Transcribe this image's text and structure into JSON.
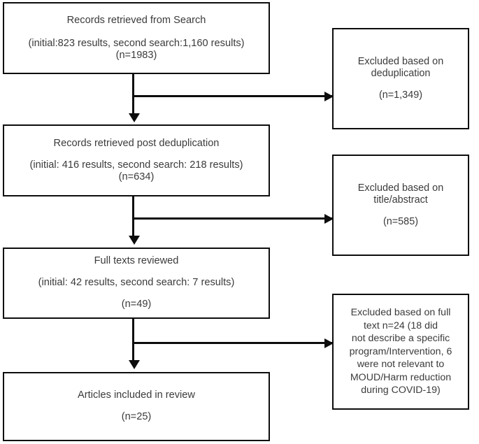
{
  "diagram": {
    "type": "prisma-flow-diagram",
    "colors": {
      "border": "#0d0d0d",
      "text": "#3b3b3b",
      "background": "#ffffff",
      "connector": "#0d0d0d"
    },
    "stages": {
      "records_retrieved": {
        "title": "Records retrieved from Search",
        "detail": "(initial:823 results, second search:1,160 results)",
        "count": "(n=1983)"
      },
      "post_deduplication": {
        "title": "Records retrieved post deduplication",
        "detail": "(initial: 416 results, second search: 218 results)",
        "count": "(n=634)"
      },
      "full_texts_reviewed": {
        "title": "Full texts reviewed",
        "detail": "(initial: 42 results, second search: 7 results)",
        "count": "(n=49)"
      },
      "articles_included": {
        "title": "Articles included in review",
        "count": "(n=25)"
      }
    },
    "exclusions": {
      "deduplication": {
        "line1": "Excluded based on",
        "line2": "deduplication",
        "count": "(n=1,349)"
      },
      "title_abstract": {
        "line1": "Excluded based on",
        "line2": "title/abstract",
        "count": "(n=585)"
      },
      "full_text": {
        "line1": "Excluded based on full",
        "line2": "text n=24 (18 did",
        "line3": "not describe a specific",
        "line4": "program/Intervention, 6",
        "line5": "were not relevant to",
        "line6": "MOUD/Harm reduction",
        "line7": "during COVID-19)"
      }
    },
    "connectors": [
      {
        "name": "records-to-postdedup",
        "kind": "arrow-down"
      },
      {
        "name": "records-to-excluded-dedup",
        "kind": "arrow-right"
      },
      {
        "name": "postdedup-to-fulltexts",
        "kind": "arrow-down"
      },
      {
        "name": "postdedup-to-excluded-title",
        "kind": "arrow-right"
      },
      {
        "name": "fulltexts-to-included",
        "kind": "arrow-down"
      },
      {
        "name": "fulltexts-to-excluded-fulltext",
        "kind": "arrow-right"
      }
    ]
  }
}
